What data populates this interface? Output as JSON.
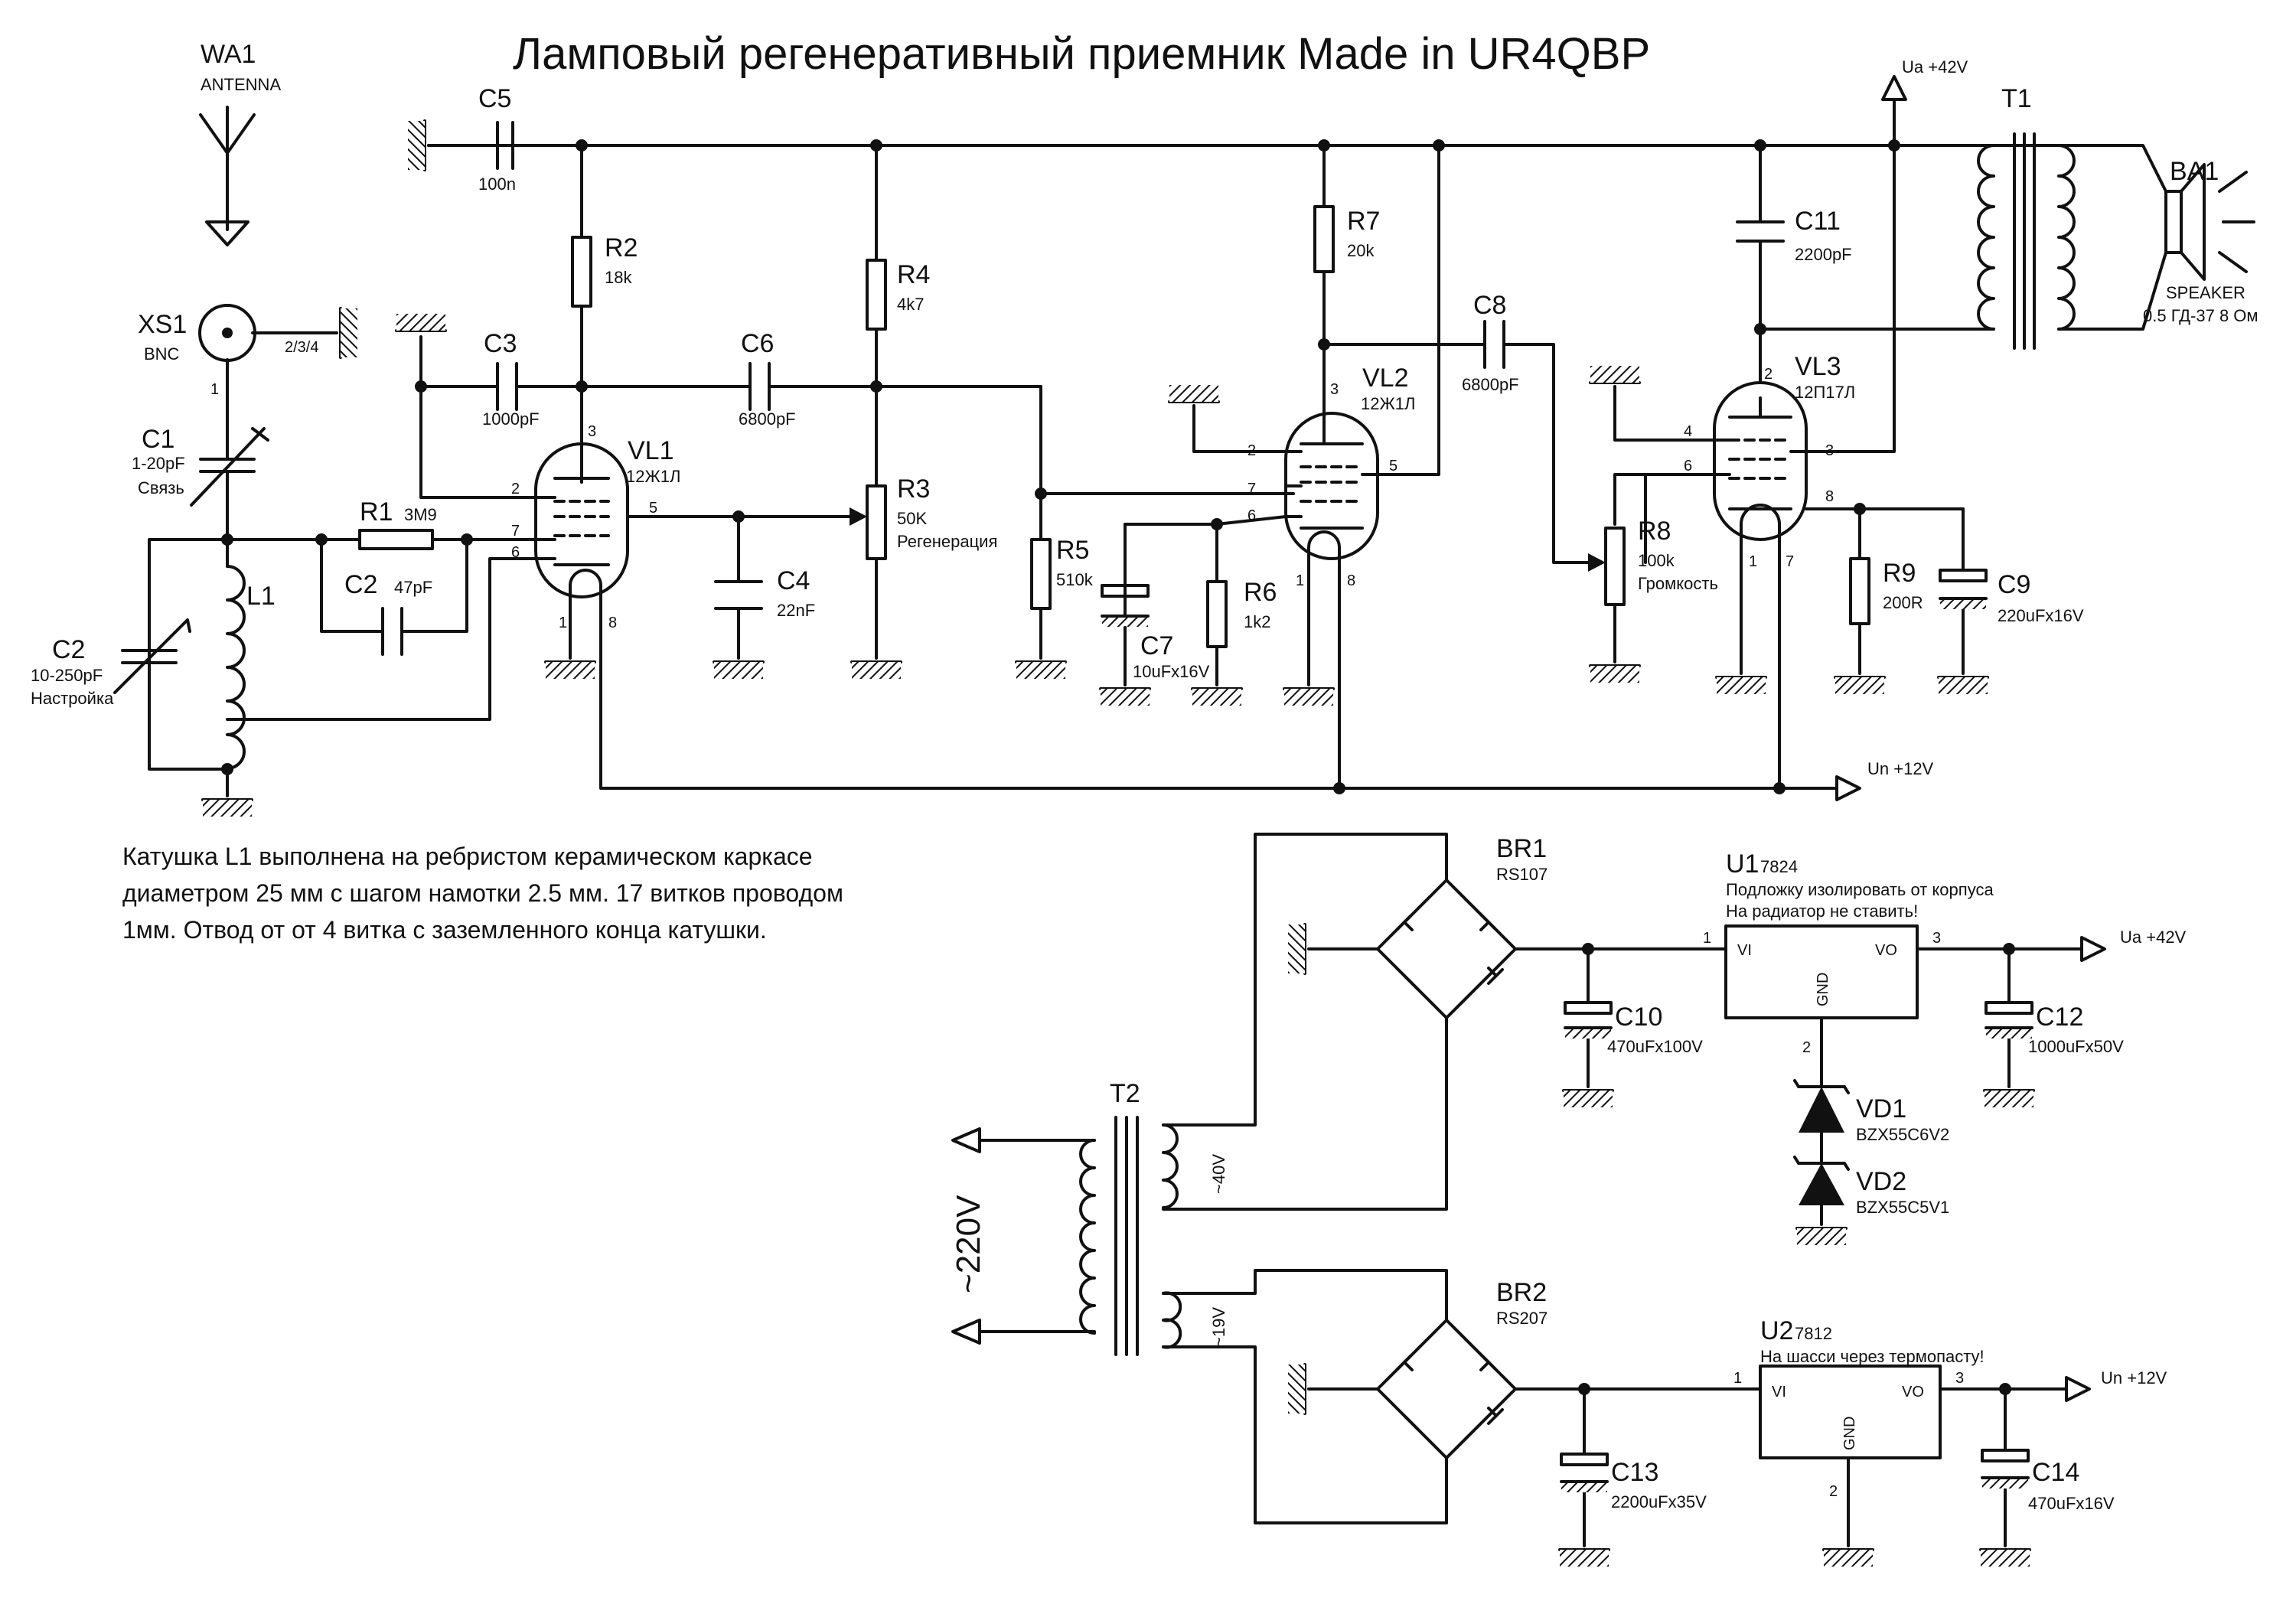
{
  "title": "Ламповый регенеративный приемник Made in UR4QBP",
  "note_lines": [
    "Катушка L1 выполнена на ребристом керамическом каркасе",
    "диаметром 25 мм с шагом намотки 2.5 мм. 17 витков проводом",
    "1мм. Отвод от от 4 витка с заземленного конца катушки."
  ],
  "components": [
    {
      "id": "WA1",
      "ref": "WA1",
      "value": "ANTENNA"
    },
    {
      "id": "XS1",
      "ref": "XS1",
      "value": "BNC",
      "pin": "1",
      "gnd_pins": "2/3/4"
    },
    {
      "id": "C1",
      "ref": "C1",
      "value": "1-20pF",
      "extra": "Связь"
    },
    {
      "id": "C2v",
      "ref": "C2",
      "value": "10-250pF",
      "extra": "Настройка"
    },
    {
      "id": "L1",
      "ref": "L1"
    },
    {
      "id": "R1",
      "ref": "R1",
      "value": "3M9"
    },
    {
      "id": "C2",
      "ref": "C2",
      "value": "47pF"
    },
    {
      "id": "C5",
      "ref": "C5",
      "value": "100n"
    },
    {
      "id": "R2",
      "ref": "R2",
      "value": "18k"
    },
    {
      "id": "C3",
      "ref": "C3",
      "value": "1000pF"
    },
    {
      "id": "C6",
      "ref": "C6",
      "value": "6800pF"
    },
    {
      "id": "R4",
      "ref": "R4",
      "value": "4k7"
    },
    {
      "id": "R3",
      "ref": "R3",
      "value": "50K",
      "extra": "Регенерация"
    },
    {
      "id": "C4",
      "ref": "C4",
      "value": "22nF"
    },
    {
      "id": "R5",
      "ref": "R5",
      "value": "510k"
    },
    {
      "id": "VL1",
      "ref": "VL1",
      "value": "12Ж1Л"
    },
    {
      "id": "R7",
      "ref": "R7",
      "value": "20k"
    },
    {
      "id": "VL2",
      "ref": "VL2",
      "value": "12Ж1Л"
    },
    {
      "id": "C8",
      "ref": "C8",
      "value": "6800pF"
    },
    {
      "id": "C7",
      "ref": "C7",
      "value": "10uFx16V"
    },
    {
      "id": "R6",
      "ref": "R6",
      "value": "1k2"
    },
    {
      "id": "R8",
      "ref": "R8",
      "value": "100k",
      "extra": "Громкость"
    },
    {
      "id": "C11",
      "ref": "C11",
      "value": "2200pF"
    },
    {
      "id": "VL3",
      "ref": "VL3",
      "value": "12П17Л"
    },
    {
      "id": "R9",
      "ref": "R9",
      "value": "200R"
    },
    {
      "id": "C9",
      "ref": "C9",
      "value": "220uFx16V"
    },
    {
      "id": "T1",
      "ref": "T1"
    },
    {
      "id": "BA1",
      "ref": "BA1",
      "value": "SPEAKER",
      "extra": "0.5 ГД-37 8 Ом"
    },
    {
      "id": "BR1",
      "ref": "BR1",
      "value": "RS107"
    },
    {
      "id": "U1",
      "ref": "U1",
      "value": "7824",
      "extra": "Подложку изолировать от корпуса",
      "extra2": "На радиатор не ставить!"
    },
    {
      "id": "C10",
      "ref": "C10",
      "value": "470uFx100V"
    },
    {
      "id": "C12",
      "ref": "C12",
      "value": "1000uFx50V"
    },
    {
      "id": "VD1",
      "ref": "VD1",
      "value": "BZX55C6V2"
    },
    {
      "id": "VD2",
      "ref": "VD2",
      "value": "BZX55C5V1"
    },
    {
      "id": "T2",
      "ref": "T2"
    },
    {
      "id": "BR2",
      "ref": "BR2",
      "value": "RS207"
    },
    {
      "id": "U2",
      "ref": "U2",
      "value": "7812",
      "extra": "На шасси через термопасту!"
    },
    {
      "id": "C13",
      "ref": "C13",
      "value": "2200uFx35V"
    },
    {
      "id": "C14",
      "ref": "C14",
      "value": "470uFx16V"
    }
  ],
  "rails": {
    "ua": "Ua +42V",
    "un": "Un +12V"
  },
  "transformer2": {
    "primary": "~220V",
    "sec1": "~40V",
    "sec2": "~19V"
  },
  "regulator_pins": {
    "vi": "VI",
    "vo": "VO",
    "gnd": "GND",
    "p1": "1",
    "p2": "2",
    "p3": "3"
  },
  "tube_pins": {
    "vl1": [
      "2",
      "3",
      "7",
      "6",
      "5",
      "1",
      "8"
    ],
    "vl2": [
      "2",
      "3",
      "7",
      "6",
      "5",
      "1",
      "8"
    ],
    "vl3": [
      "4",
      "2",
      "6",
      "3",
      "8",
      "1",
      "7"
    ]
  }
}
